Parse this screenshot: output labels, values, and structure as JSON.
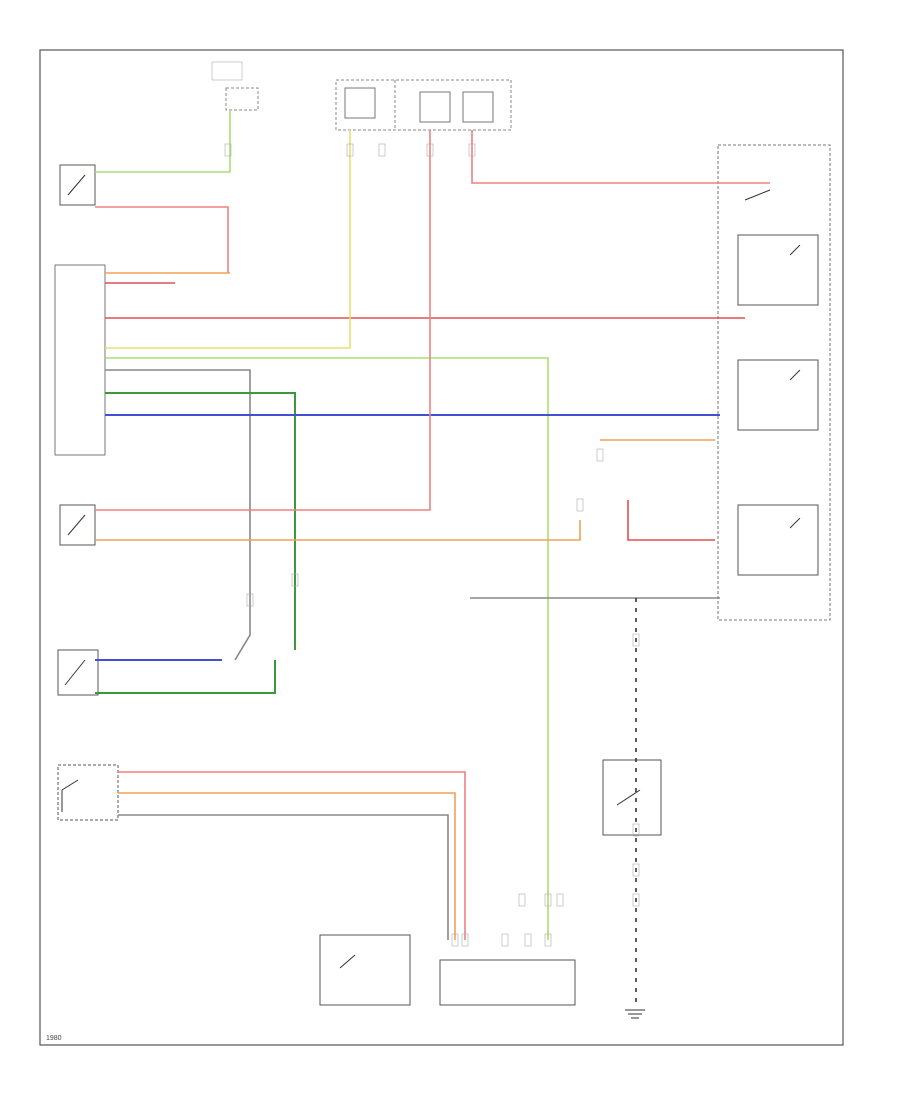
{
  "diagram": {
    "colors": {
      "pink": "#f08080",
      "red": "#e05050",
      "orange": "#f2a05a",
      "yellow": "#e8e070",
      "lightgreen": "#a8e070",
      "green": "#3a9a3a",
      "blue": "#4050d0",
      "gray": "#888888",
      "black": "#333333",
      "border": "#555555"
    },
    "wires": [
      {
        "name": "wire-top-green",
        "color": "lightgreen"
      },
      {
        "name": "wire-top-pink",
        "color": "pink"
      },
      {
        "name": "wire-relay-pink",
        "color": "pink"
      },
      {
        "name": "wire-ecm-orange",
        "color": "orange"
      },
      {
        "name": "wire-ecm-red",
        "color": "red"
      },
      {
        "name": "wire-stop-red",
        "color": "red"
      },
      {
        "name": "wire-yellow-long",
        "color": "yellow"
      },
      {
        "name": "wire-lightgreen-long",
        "color": "lightgreen"
      },
      {
        "name": "wire-gray",
        "color": "gray"
      },
      {
        "name": "wire-green",
        "color": "green"
      },
      {
        "name": "wire-blue",
        "color": "blue"
      },
      {
        "name": "wire-switch-pink",
        "color": "pink"
      },
      {
        "name": "wire-switch-orange",
        "color": "orange"
      },
      {
        "name": "wire-pedal-blue",
        "color": "blue"
      },
      {
        "name": "wire-pedal-green",
        "color": "green"
      },
      {
        "name": "wire-mode-pink",
        "color": "pink"
      },
      {
        "name": "wire-mode-orange",
        "color": "orange"
      },
      {
        "name": "wire-mode-gray",
        "color": "gray"
      },
      {
        "name": "wire-relay-orange",
        "color": "orange"
      },
      {
        "name": "wire-relay-red",
        "color": "red"
      },
      {
        "name": "wire-ground-gray",
        "color": "gray"
      },
      {
        "name": "wire-clutch-black",
        "color": "black"
      }
    ],
    "footer_label": "1980"
  }
}
